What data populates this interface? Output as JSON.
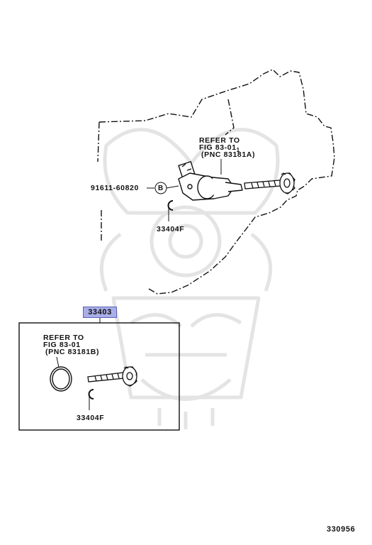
{
  "upper_assembly": {
    "refer_line1": "REFER TO",
    "refer_line2": "FIG 83-01",
    "refer_line2_sub": "1",
    "refer_line3": "(PNC 83181A)",
    "bolt_part": "91611-60820",
    "bolt_callout": "B",
    "clip_part": "33404F"
  },
  "kit_box": {
    "kit_part": "33403",
    "refer_line1": "REFER TO",
    "refer_line2": "FIG 83-01",
    "refer_line3": "(PNC 83181B)",
    "clip_part": "33404F"
  },
  "illustration_id": "330956",
  "colors": {
    "line": "#111111",
    "highlight": "#a9aee8",
    "watermark": "#e4e4e4"
  }
}
